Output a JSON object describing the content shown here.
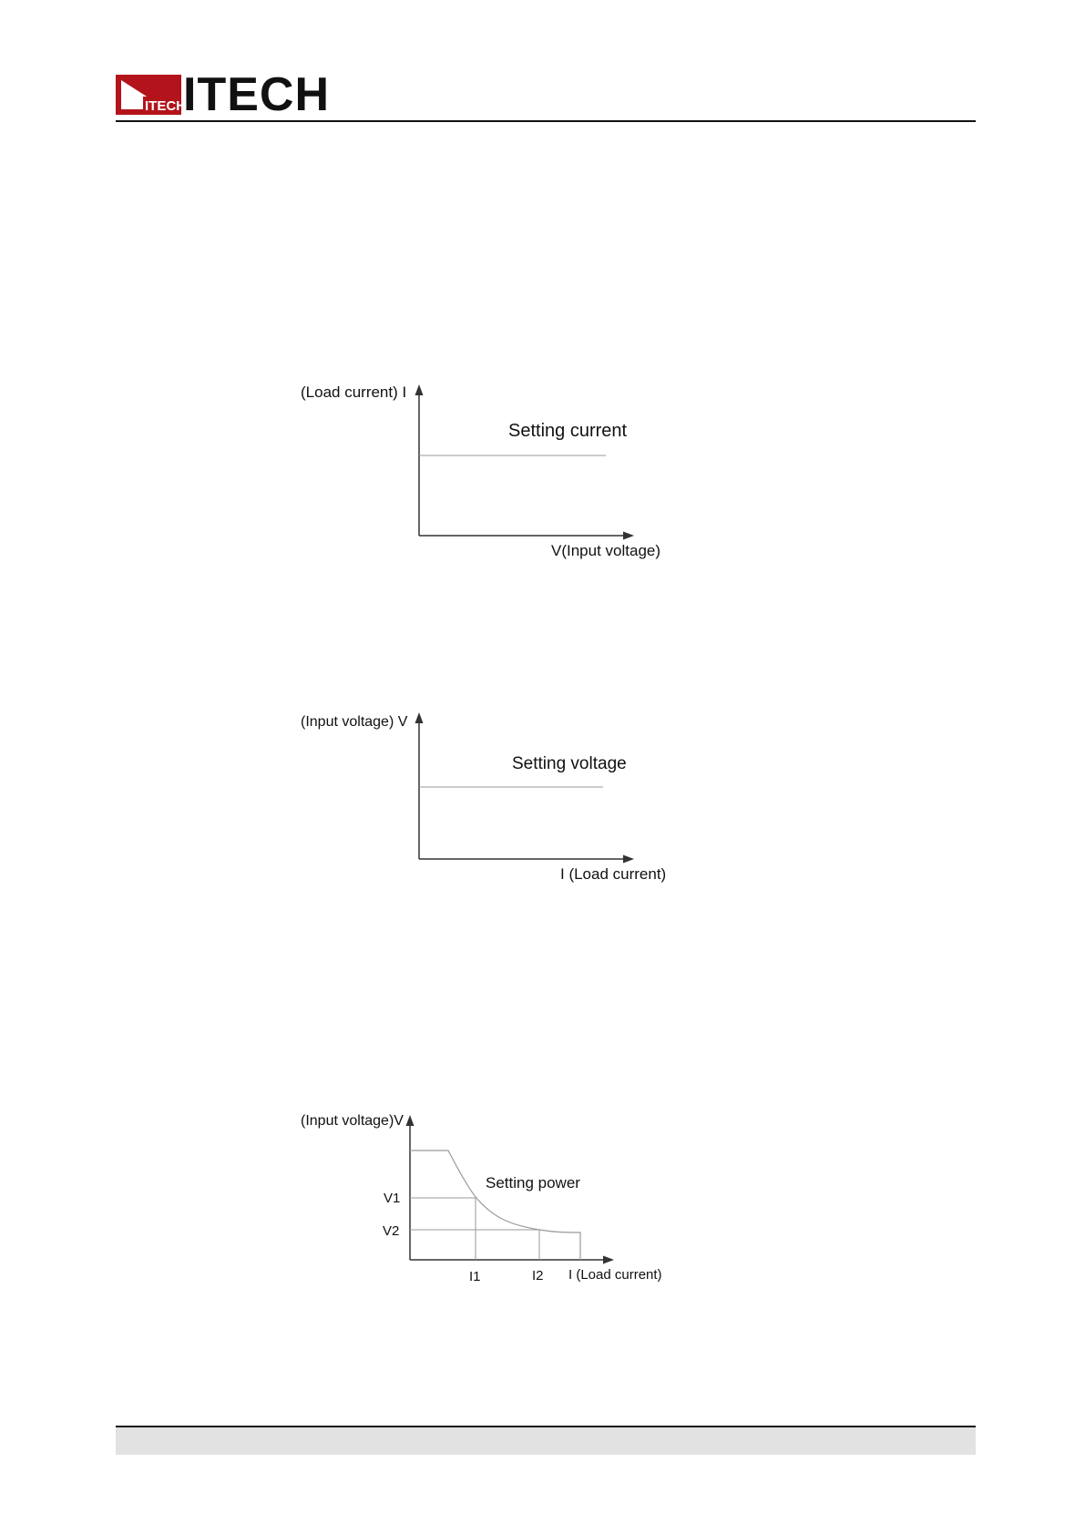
{
  "header": {
    "logo_text": "ITECH",
    "logo_badge_text": "ITECH",
    "brand_color": "#b3141b"
  },
  "figures": [
    {
      "id": "cc-mode",
      "y_axis_label": "(Load current) I",
      "x_axis_label": "V(Input voltage)",
      "curve_label": "Setting current"
    },
    {
      "id": "cv-mode",
      "y_axis_label": "(Input voltage) V",
      "x_axis_label": "I (Load current)",
      "curve_label": "Setting voltage"
    },
    {
      "id": "cw-mode",
      "y_axis_label": "(Input voltage)V",
      "x_axis_label": "I (Load current)",
      "curve_label": "Setting power",
      "y_ticks": [
        "V1",
        "V2"
      ],
      "x_ticks": [
        "I1",
        "I2"
      ]
    }
  ],
  "colors": {
    "axis": "#333333",
    "guide": "#9a9a9a",
    "footer_bar": "#e2e2e2"
  }
}
